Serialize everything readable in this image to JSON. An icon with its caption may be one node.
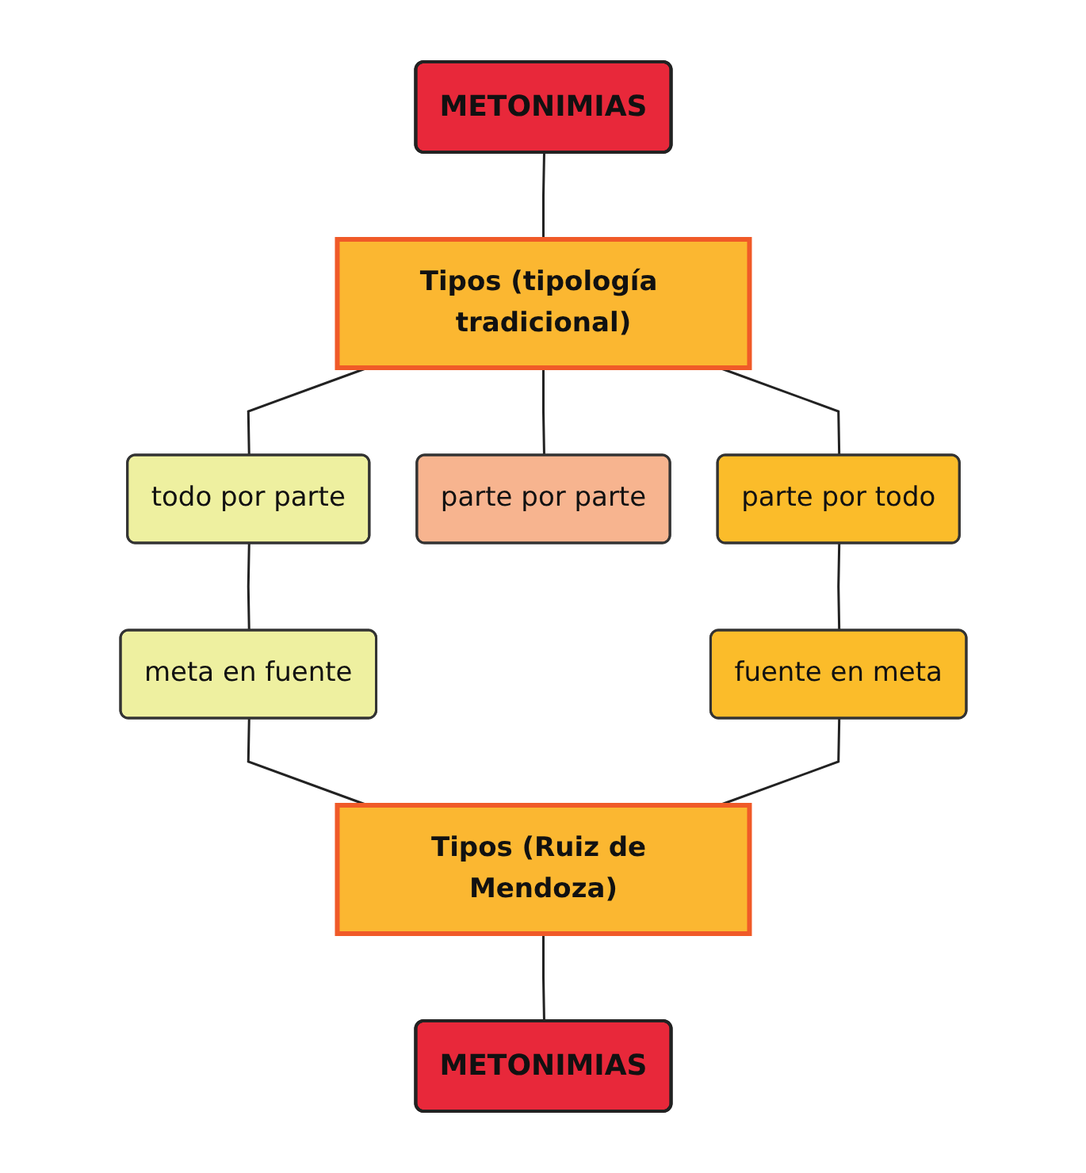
{
  "diagram": {
    "nodes": [
      {
        "text": [
          "METONIMIAS"
        ]
      },
      {
        "text": [
          "Tipos (tipología tradicional)"
        ]
      },
      {
        "text": [
          "todo por parte"
        ]
      },
      {
        "text": [
          "parte por parte"
        ]
      },
      {
        "text": [
          "parte por todo"
        ]
      },
      {
        "text": [
          "meta en fuente"
        ]
      },
      {
        "text": [
          "fuente en meta"
        ]
      },
      {
        "text": [
          "Tipos (Ruiz de Mendoza)"
        ]
      },
      {
        "text": [
          "METONIMIAS"
        ]
      }
    ],
    "edges": [
      {
        "from": 0,
        "to": 1,
        "arrow": "none"
      },
      {
        "from": 1,
        "to": 2,
        "arrow": "none"
      },
      {
        "from": 1,
        "to": 3,
        "arrow": "none"
      },
      {
        "from": 1,
        "to": 4,
        "arrow": "none"
      },
      {
        "from": 2,
        "to": 5,
        "arrow": "none"
      },
      {
        "from": 4,
        "to": 6,
        "arrow": "none"
      },
      {
        "from": 5,
        "to": 7,
        "arrow": "none"
      },
      {
        "from": 6,
        "to": 7,
        "arrow": "none"
      },
      {
        "from": 7,
        "to": 8,
        "arrow": "none"
      }
    ]
  }
}
